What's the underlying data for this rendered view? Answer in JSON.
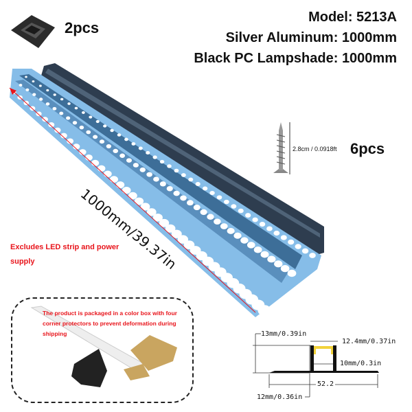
{
  "accessory": {
    "label": "2pcs"
  },
  "specs": {
    "model": "Model: 5213A",
    "aluminum": "Silver Aluminum: 1000mm",
    "lampshade": "Black PC Lampshade: 1000mm"
  },
  "length_label": "1000mm/39.37in",
  "screw": {
    "size": "2.8cm / 0.0918ft",
    "count": "6pcs"
  },
  "note": "Excludes LED strip and power supply",
  "packaging": {
    "text": "The product is packaged in a color box with four corner protectors to prevent deformation during shipping"
  },
  "dimensions": {
    "height": "13mm/0.39in",
    "inner_width": "12.4mm/0.37in",
    "inner_depth": "10mm/0.3in",
    "total_width": "52.2",
    "channel_width": "12mm/0.36in"
  },
  "colors": {
    "aluminum": "#7fb8e6",
    "lampshade": "#2e3d4f",
    "note": "#e8141b"
  }
}
